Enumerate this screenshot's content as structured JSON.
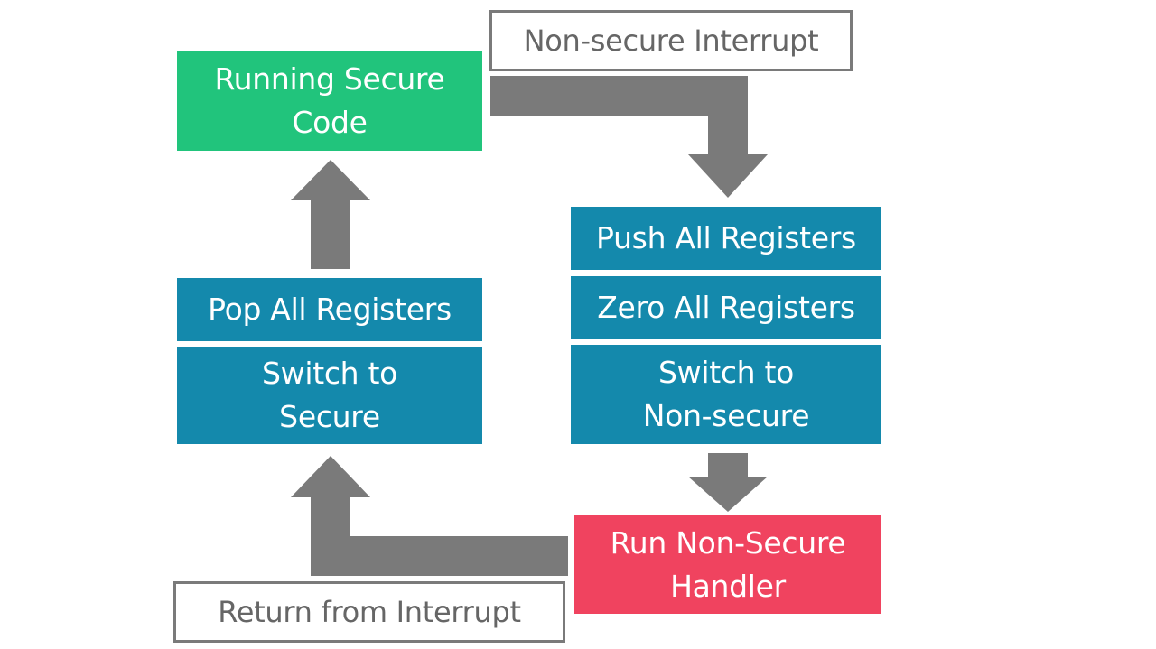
{
  "colors": {
    "secure_green": "#21c47c",
    "register_blue": "#1489ac",
    "handler_red": "#f0435f",
    "arrow_gray": "#7a7a7a",
    "label_border": "#7a7a7a",
    "label_text": "#666666"
  },
  "boxes": {
    "running_secure": "Running Secure\nCode",
    "pop_registers": "Pop All Registers",
    "switch_to_secure": "Switch to\nSecure",
    "push_registers": "Push All Registers",
    "zero_registers": "Zero All Registers",
    "switch_to_nonsecure": "Switch to\nNon-secure",
    "run_handler": "Run Non-Secure\nHandler"
  },
  "labels": {
    "nonsecure_interrupt": "Non-secure Interrupt",
    "return_from_interrupt": "Return from Interrupt"
  }
}
